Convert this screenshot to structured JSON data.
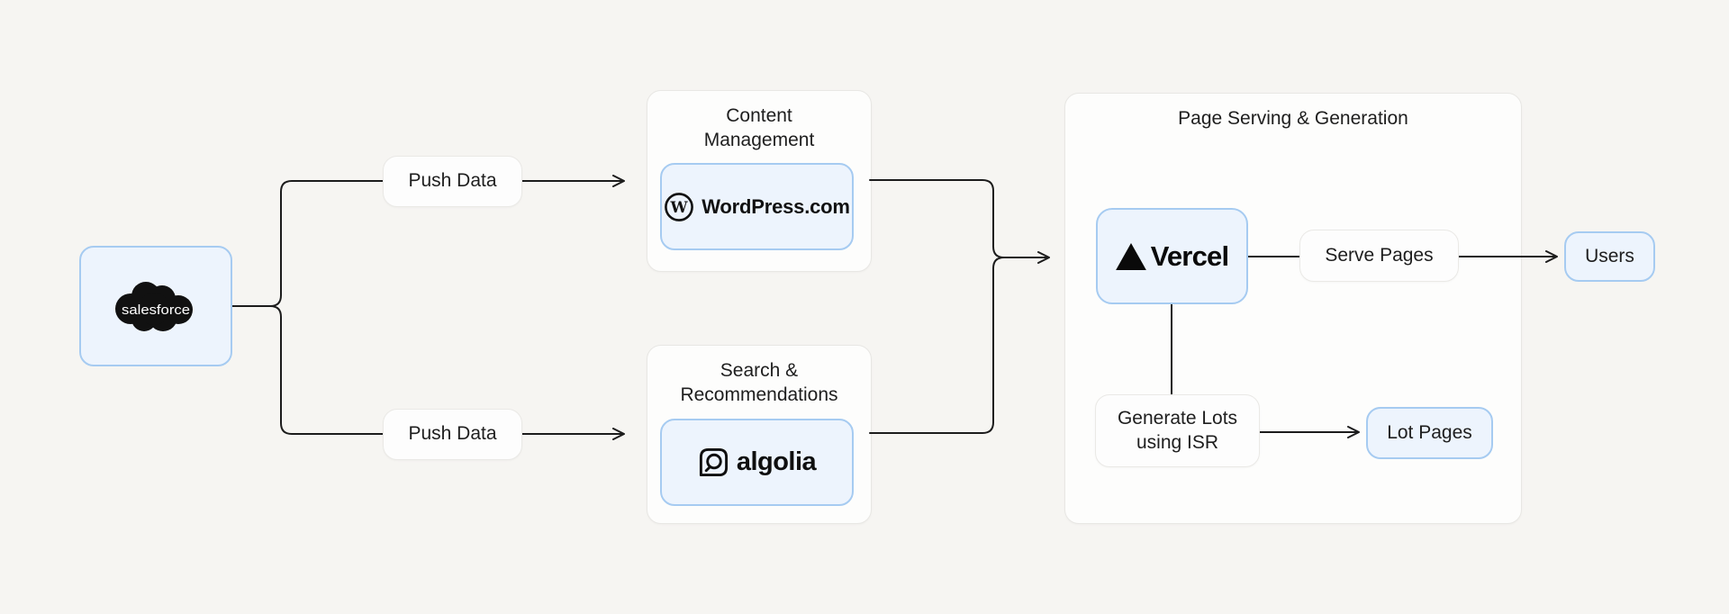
{
  "colors": {
    "page_bg": "#f6f5f2",
    "group_bg": "#fdfdfc",
    "group_border": "#e8e7e4",
    "node_white_bg": "#fdfdfd",
    "node_white_border": "#eae9e6",
    "node_blue_bg": "#edf4fd",
    "node_blue_border": "#a6cbf1",
    "edge_line": "#1c1c1c",
    "text": "#1e1e1e"
  },
  "groups": {
    "content_management": {
      "title": "Content Management"
    },
    "search_recommendations": {
      "title": "Search & Recommendations"
    },
    "page_serving": {
      "title": "Page Serving & Generation"
    }
  },
  "nodes": {
    "salesforce": {
      "logo_text": "salesforce"
    },
    "push_data_top": {
      "label": "Push Data"
    },
    "push_data_bottom": {
      "label": "Push Data"
    },
    "wordpress": {
      "label": "WordPress.com",
      "logo_letter": "W"
    },
    "algolia": {
      "label": "algolia"
    },
    "vercel": {
      "label": "Vercel"
    },
    "serve_pages": {
      "label": "Serve Pages"
    },
    "users": {
      "label": "Users"
    },
    "generate_lots": {
      "label": "Generate Lots using ISR"
    },
    "lot_pages": {
      "label": "Lot Pages"
    }
  },
  "edges": [
    {
      "from": "salesforce",
      "to": "push_data_top",
      "arrowhead": false
    },
    {
      "from": "salesforce",
      "to": "push_data_bottom",
      "arrowhead": false
    },
    {
      "from": "push_data_top",
      "to": "content_management",
      "arrowhead": true
    },
    {
      "from": "push_data_bottom",
      "to": "search_recommendations",
      "arrowhead": true
    },
    {
      "from": "content_management",
      "to": "page_serving",
      "arrowhead": true,
      "merges_with": "search_recommendations"
    },
    {
      "from": "search_recommendations",
      "to": "page_serving",
      "arrowhead": true,
      "merges_with": "content_management"
    },
    {
      "from": "vercel",
      "to": "serve_pages",
      "arrowhead": false
    },
    {
      "from": "serve_pages",
      "to": "users",
      "arrowhead": true
    },
    {
      "from": "vercel",
      "to": "generate_lots",
      "arrowhead": false
    },
    {
      "from": "generate_lots",
      "to": "lot_pages",
      "arrowhead": true
    }
  ]
}
